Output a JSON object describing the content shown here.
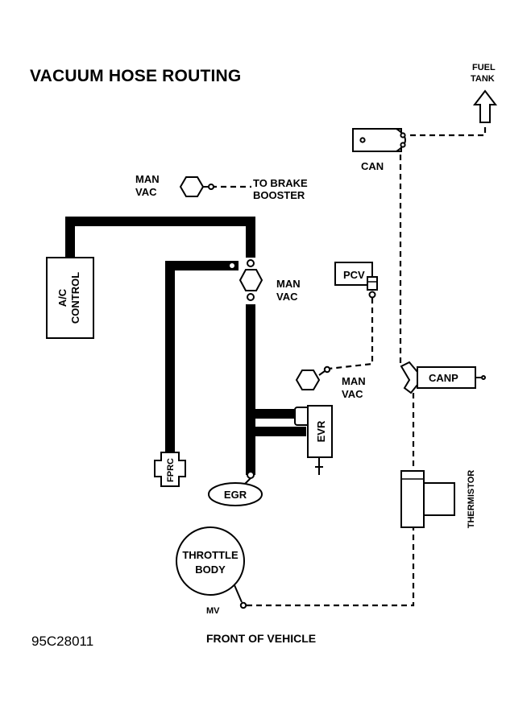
{
  "title": "VACUUM HOSE ROUTING",
  "diagram_code": "95C28011",
  "footer": "FRONT OF VEHICLE",
  "labels": {
    "fuel_tank_line1": "FUEL",
    "fuel_tank_line2": "TANK",
    "can": "CAN",
    "man_vac_top_line1": "MAN",
    "man_vac_top_line2": "VAC",
    "to_brake_line1": "TO BRAKE",
    "to_brake_line2": "BOOSTER",
    "ac_control_line1": "A/C",
    "ac_control_line2": "CONTROL",
    "man_vac_mid_line1": "MAN",
    "man_vac_mid_line2": "VAC",
    "pcv": "PCV",
    "man_vac_low_line1": "MAN",
    "man_vac_low_line2": "VAC",
    "canp": "CANP",
    "evr": "EVR",
    "fprc": "FPRC",
    "egr": "EGR",
    "thermistor": "THERMISTOR",
    "throttle_body_line1": "THROTTLE",
    "throttle_body_line2": "BODY",
    "mv": "MV"
  },
  "colors": {
    "ink": "#000000",
    "paper": "#ffffff"
  }
}
